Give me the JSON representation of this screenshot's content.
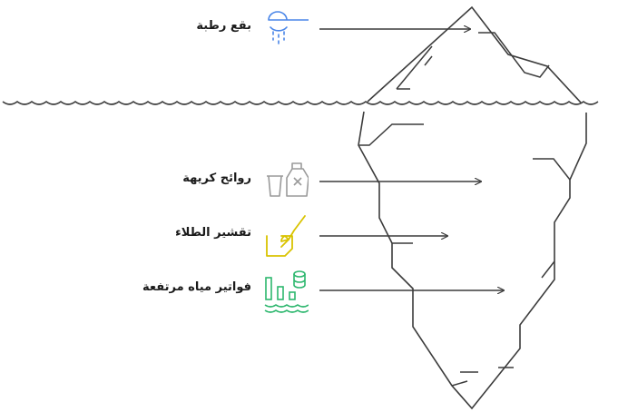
{
  "labels": {
    "item1": "بقع رطبة",
    "item2": "روائح كريهة",
    "item3": "تقشير الطلاء",
    "item4": "فواتير مياه مرتفعة"
  },
  "icons": {
    "item1": "rain-cloud-icon",
    "item2": "trash-cans-icon",
    "item3": "paint-brush-icon",
    "item4": "water-bills-chart-icon"
  },
  "colors": {
    "item1": "#4a86e8",
    "item2": "#9a9a9a",
    "item3": "#d9c300",
    "item4": "#2db76e",
    "line": "#3c3c3c"
  }
}
